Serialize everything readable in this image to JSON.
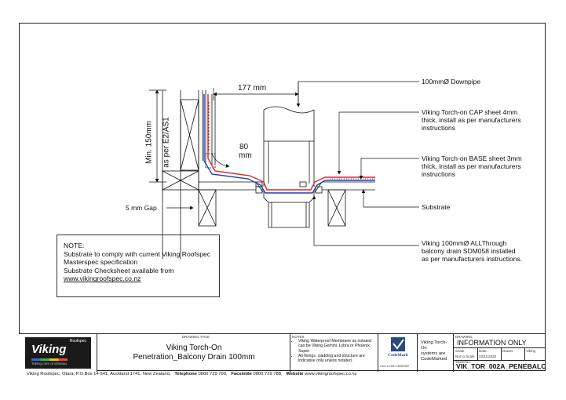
{
  "drawing": {
    "dimensions": {
      "top_width": "177 mm",
      "corner_top": "80",
      "corner_bottom": "mm",
      "vertical_line1": "Min. 150mm",
      "vertical_line2": "as per E2/AS1"
    },
    "callouts": {
      "downpipe": "100mmØ Downpipe",
      "cap_sheet": "Viking Torch-on CAP sheet 4mm\nthick, install as per manufacturers\ninstructions",
      "base_sheet": "Viking Torch-on BASE sheet 3mm\nthick, install as per manufacturers\ninstructions",
      "substrate": "Substrate",
      "drain": "Viking 100mmØ ALLThrough\nbalcony drain SDM058 installed\nas per manufacturers instructions.",
      "gap": "5 mm Gap"
    },
    "colors": {
      "cap_sheet": "#d9262b",
      "base_sheet": "#1f3fb5",
      "line": "#111111"
    }
  },
  "note": {
    "heading": "NOTE:",
    "line1": "Substrate to comply with current Viking Roofspec",
    "line2": "Masterspec specification",
    "line3": "Substrate Checksheet available from",
    "link": "www.vikingroofspec.co.nz"
  },
  "title_block": {
    "logo": {
      "super": "Roofspec",
      "name": "Viking",
      "tagline": "Taking care of whanau"
    },
    "drawing_title_label": "DRAWING TITLE",
    "title_line1": "Viking Torch-On",
    "title_line2": "Penetration_Balcony Drain 100mm",
    "notes_label": "NOTES",
    "notes": [
      "Viking Waterproof Membrane as notated can be Viking Gemini, Lybra or Phoenix Super.",
      "All fixings, cladding and structure are indicative only unless notated."
    ],
    "codemark": {
      "name": "CodeMark",
      "cert": "Cert # GM-CM30092"
    },
    "codemark_text": "Viking Torch-On\nsystems are\nCodeMarked",
    "drawing_label": "DRAWING",
    "status": "INFORMATION ONLY",
    "scale_label": "Scale:",
    "scale_value": "Not to Scale",
    "date_label": "Date:",
    "date_value": "23/11/2020",
    "drawn_label": "Drawn:",
    "drawn_value": "Viking",
    "sheet_label": "Sheet No:",
    "drawing_number": "VIK_TOR_002A_PENEBALC"
  },
  "footer": {
    "address": "Viking Roofspec, Otara, P.O.Box 14-541, Auckland 1741, New Zealand,",
    "telephone_label": "Telephone",
    "telephone": "0800 729 799,",
    "facsimile_label": "Facsimile",
    "facsimile": "0800 729 788,",
    "website_label": "Website",
    "website": "www.vikingroofspec.co.nz"
  }
}
